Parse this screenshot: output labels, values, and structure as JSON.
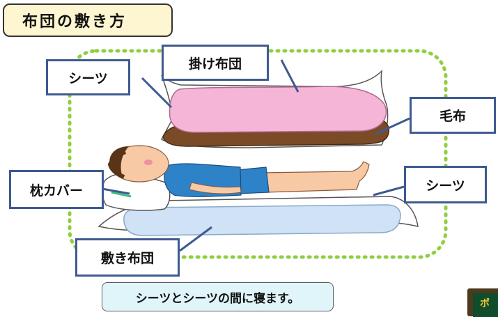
{
  "title": "布団の敷き方",
  "labels": {
    "sheet_top": "シーツ",
    "kakebuton": "掛け布団",
    "moufu": "毛布",
    "makura_cover": "枕カバー",
    "sheet_bottom": "シーツ",
    "shikibuton": "敷き布団"
  },
  "caption": "シーツとシーツの間に寝ます。",
  "corner_text": "ポ",
  "colors": {
    "frame_dots": "#8fce3f",
    "label_border": "#3e5a8f",
    "title_bg": "#fdf6d0",
    "caption_bg": "#dff5f9",
    "kakebuton": "#f4b5d6",
    "moufu": "#7a4b26",
    "shikibuton": "#cfe2f6",
    "shirt": "#2d82c8"
  }
}
